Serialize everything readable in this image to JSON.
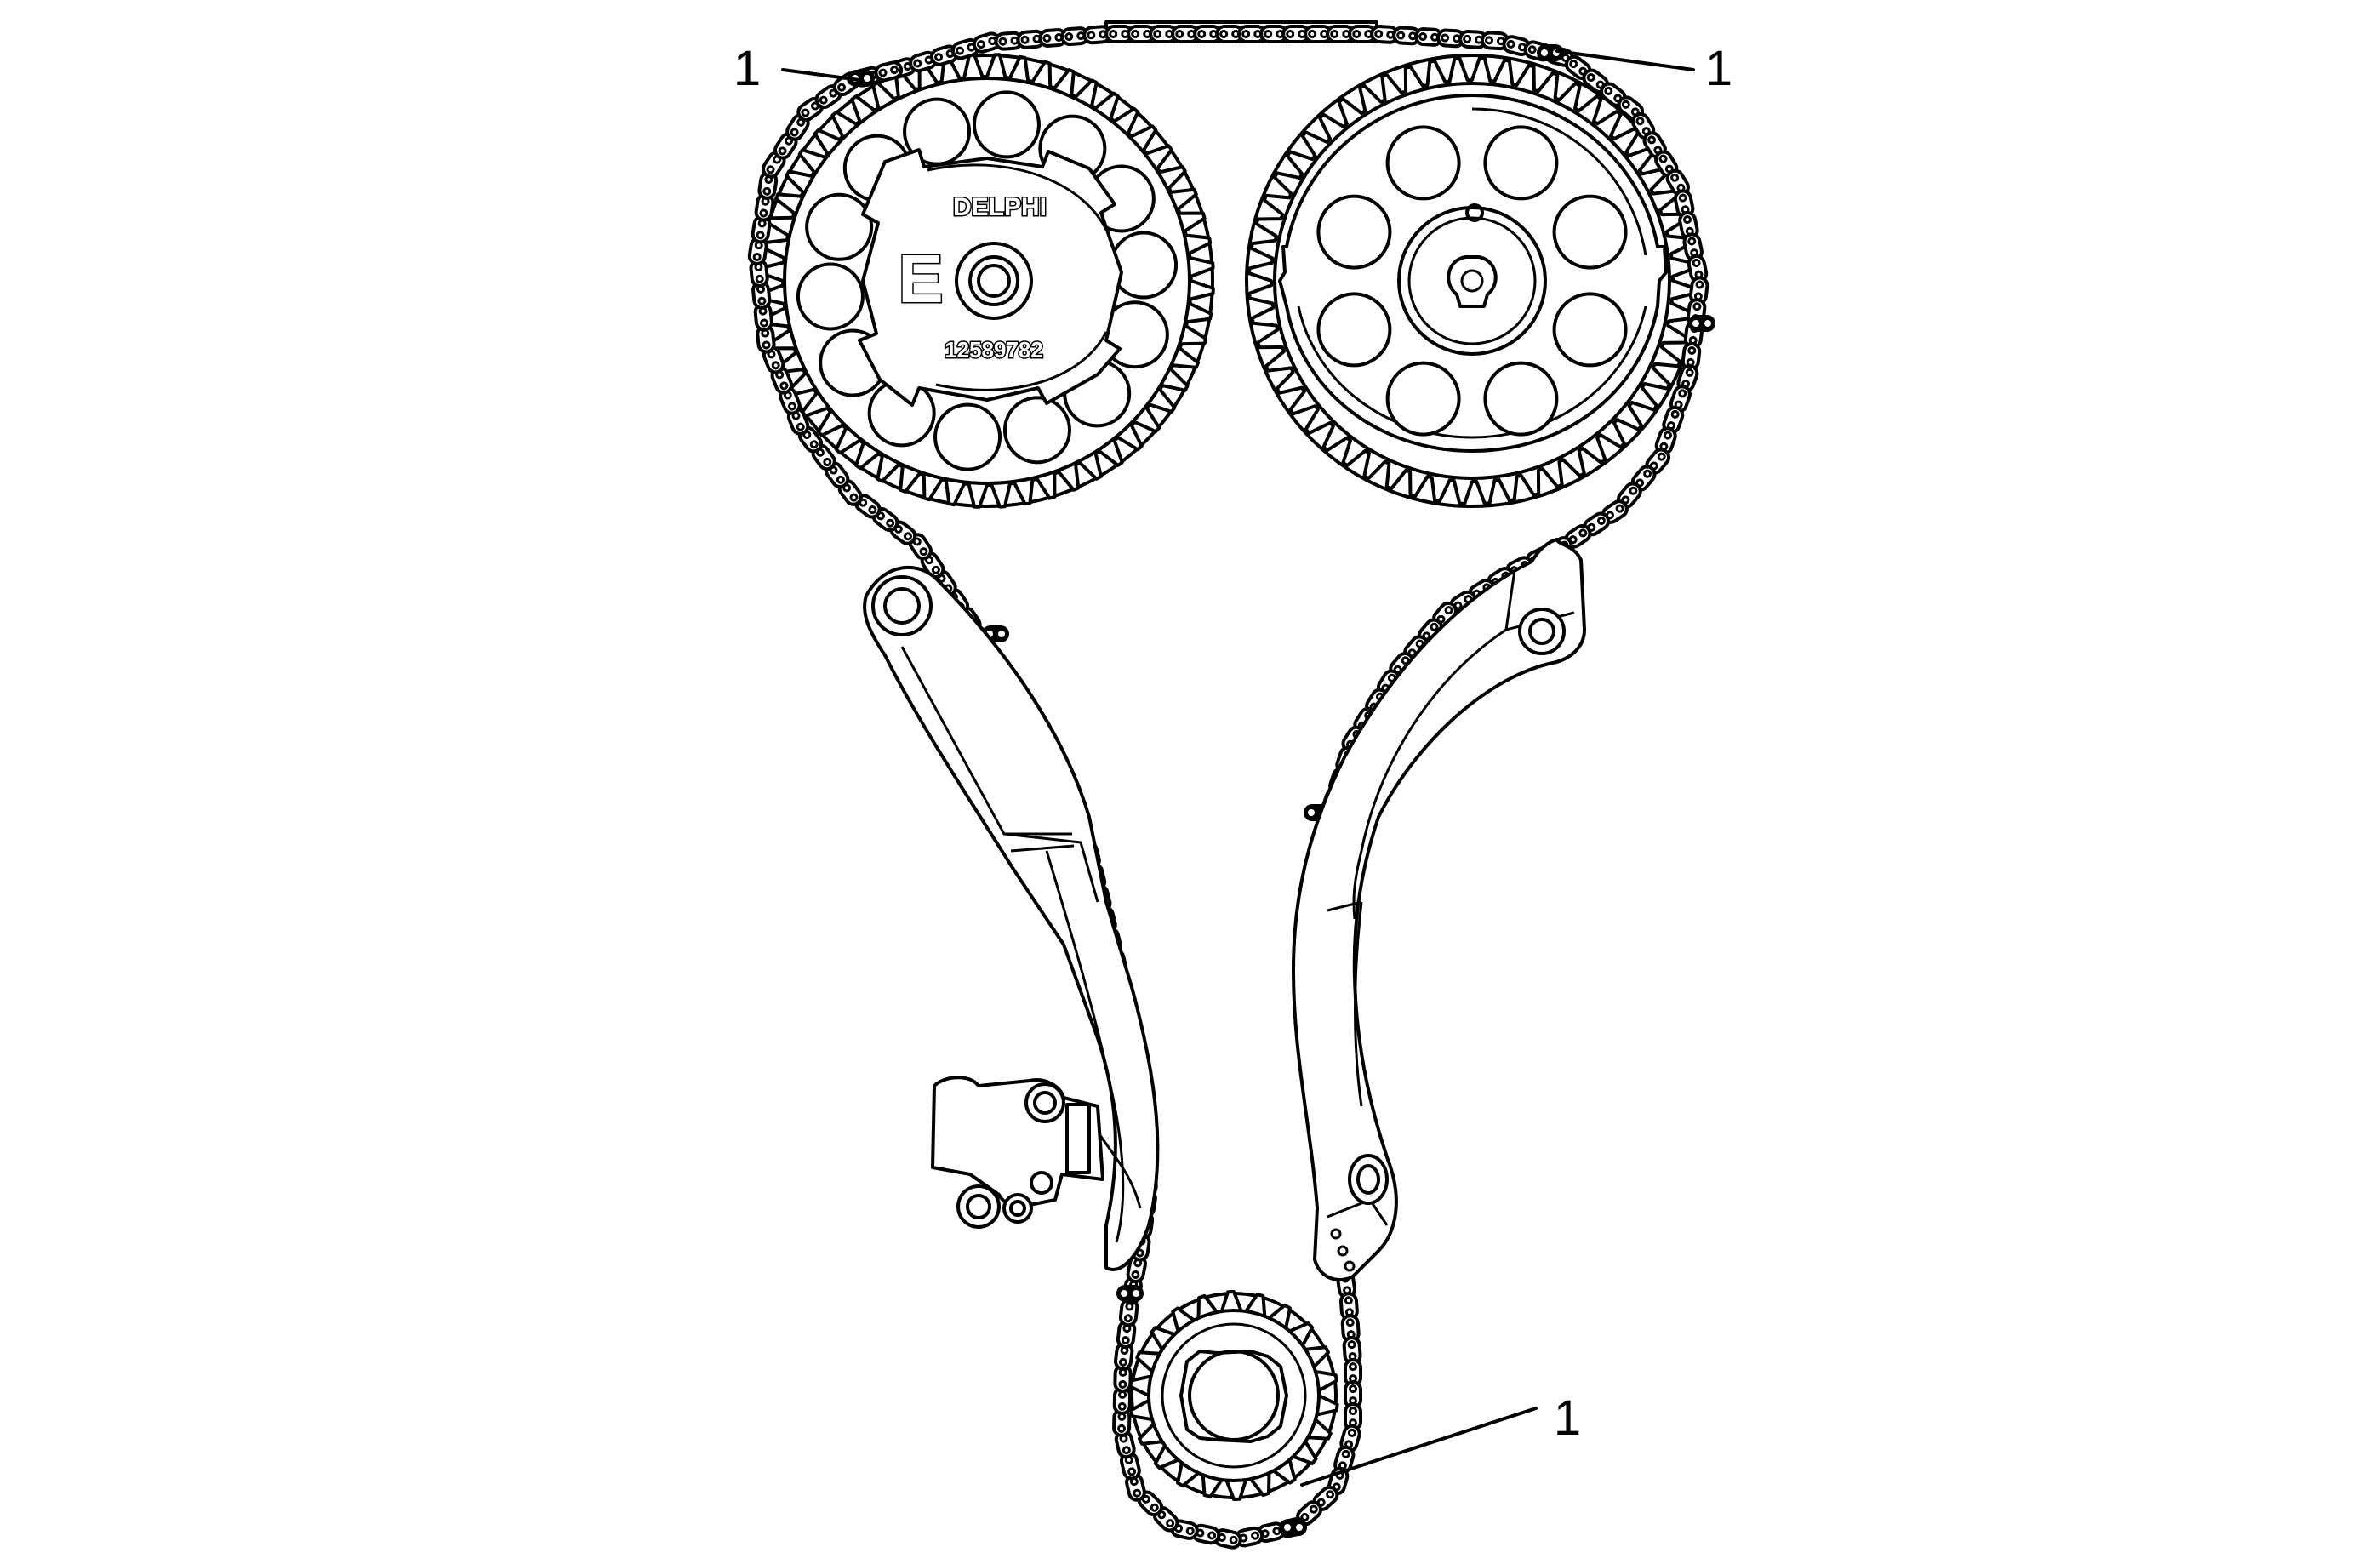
{
  "callouts": [
    {
      "id": "left-cam",
      "label": "1"
    },
    {
      "id": "right-cam",
      "label": "1"
    },
    {
      "id": "crank",
      "label": "1"
    }
  ],
  "left_sprocket": {
    "brand": "DELPHI",
    "letter": "E",
    "part_number": "12589782"
  },
  "colors": {
    "line": "#000000",
    "background": "#ffffff"
  }
}
